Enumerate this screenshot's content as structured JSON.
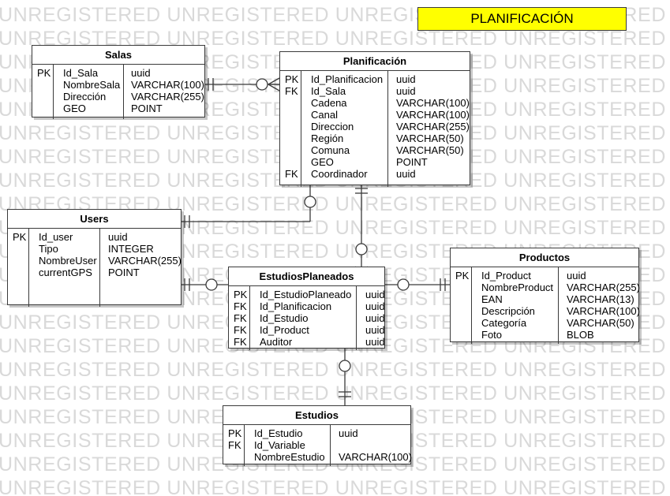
{
  "title": "PLANIFICACIÓN",
  "watermark": "UNREGISTERED",
  "colors": {
    "title_fill": "#ffff00",
    "line": "#3a3a3a",
    "watermark": "#d9d9d9"
  },
  "tables": {
    "salas": {
      "name": "Salas",
      "rows": [
        {
          "key": "PK",
          "field": "Id_Sala",
          "type": "uuid"
        },
        {
          "key": "",
          "field": "NombreSala",
          "type": "VARCHAR(100)"
        },
        {
          "key": "",
          "field": "Dirección",
          "type": "VARCHAR(255)"
        },
        {
          "key": "",
          "field": "GEO",
          "type": "POINT"
        }
      ]
    },
    "planificacion": {
      "name": "Planificación",
      "rows": [
        {
          "key": "PK",
          "field": "Id_Planificacion",
          "type": "uuid"
        },
        {
          "key": "FK",
          "field": "Id_Sala",
          "type": "uuid"
        },
        {
          "key": "",
          "field": "Cadena",
          "type": "VARCHAR(100)"
        },
        {
          "key": "",
          "field": "Canal",
          "type": "VARCHAR(100)"
        },
        {
          "key": "",
          "field": "Direccion",
          "type": "VARCHAR(255)"
        },
        {
          "key": "",
          "field": "Región",
          "type": "VARCHAR(50)"
        },
        {
          "key": "",
          "field": "Comuna",
          "type": "VARCHAR(50)"
        },
        {
          "key": "",
          "field": "GEO",
          "type": "POINT"
        },
        {
          "key": "FK",
          "field": "Coordinador",
          "type": "uuid"
        }
      ]
    },
    "users": {
      "name": "Users",
      "rows": [
        {
          "key": "PK",
          "field": "Id_user",
          "type": "uuid"
        },
        {
          "key": "",
          "field": "Tipo",
          "type": "INTEGER"
        },
        {
          "key": "",
          "field": "NombreUser",
          "type": "VARCHAR(255)"
        },
        {
          "key": "",
          "field": "currentGPS",
          "type": "POINT"
        }
      ]
    },
    "estudiosplaneados": {
      "name": "EstudiosPlaneados",
      "rows": [
        {
          "key": "PK",
          "field": "Id_EstudioPlaneado",
          "type": "uuid"
        },
        {
          "key": "FK",
          "field": "Id_Planificacion",
          "type": "uuid"
        },
        {
          "key": "FK",
          "field": "Id_Estudio",
          "type": "uuid"
        },
        {
          "key": "FK",
          "field": "Id_Product",
          "type": "uuid"
        },
        {
          "key": "FK",
          "field": "Auditor",
          "type": "uuid"
        }
      ]
    },
    "productos": {
      "name": "Productos",
      "rows": [
        {
          "key": "PK",
          "field": "Id_Product",
          "type": "uuid"
        },
        {
          "key": "",
          "field": "NombreProduct",
          "type": "VARCHAR(255)"
        },
        {
          "key": "",
          "field": "EAN",
          "type": "VARCHAR(13)"
        },
        {
          "key": "",
          "field": "Descripción",
          "type": "VARCHAR(100)"
        },
        {
          "key": "",
          "field": "Categoría",
          "type": "VARCHAR(50)"
        },
        {
          "key": "",
          "field": "Foto",
          "type": "BLOB"
        }
      ]
    },
    "estudios": {
      "name": "Estudios",
      "rows": [
        {
          "key": "PK",
          "field": "Id_Estudio",
          "type": "uuid"
        },
        {
          "key": "FK",
          "field": "Id_Variable",
          "type": ""
        },
        {
          "key": "",
          "field": "NombreEstudio",
          "type": "VARCHAR(100)"
        }
      ]
    }
  },
  "relationships": [
    {
      "from": "salas",
      "to": "planificacion",
      "from_end": "one",
      "to_end": "zero-or-many"
    },
    {
      "from": "planificacion",
      "to": "users",
      "from_end": "zero-or-many",
      "to_end": "one"
    },
    {
      "from": "planificacion",
      "to": "estudiosplaneados",
      "from_end": "one",
      "to_end": "zero-or-many"
    },
    {
      "from": "users",
      "to": "estudiosplaneados",
      "from_end": "one",
      "to_end": "zero-or-many"
    },
    {
      "from": "productos",
      "to": "estudiosplaneados",
      "from_end": "one",
      "to_end": "zero-or-many"
    },
    {
      "from": "estudios",
      "to": "estudiosplaneados",
      "from_end": "one",
      "to_end": "zero-or-many"
    }
  ]
}
